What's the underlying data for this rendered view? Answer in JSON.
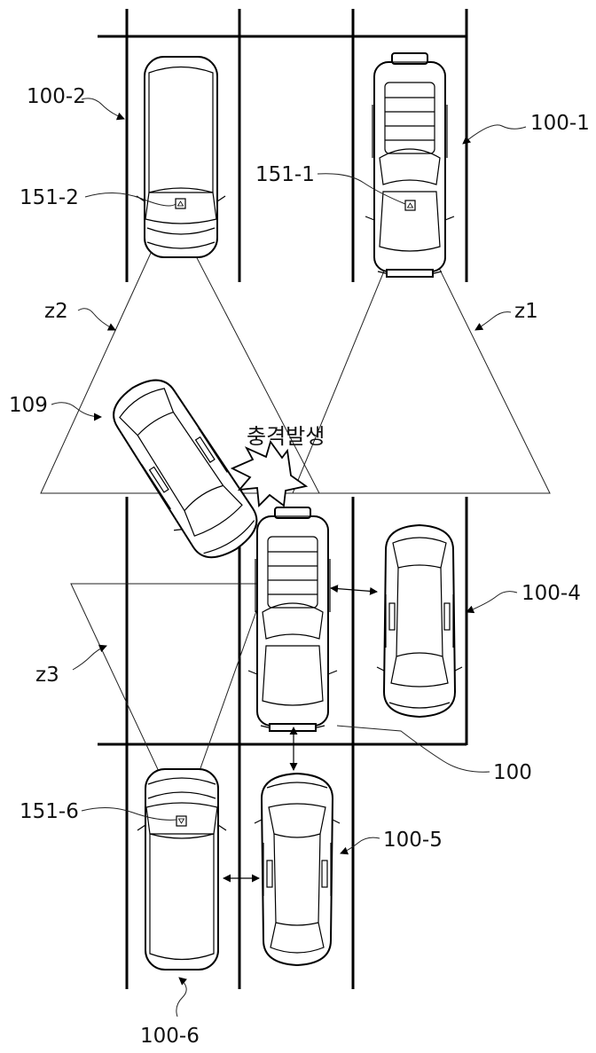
{
  "labels": {
    "v1": "100-1",
    "v2": "100-2",
    "v4": "100-4",
    "v5": "100-5",
    "v6": "100-6",
    "v0": "100",
    "c1": "151-1",
    "c2": "151-2",
    "c6": "151-6",
    "z1": "z1",
    "z2": "z2",
    "z3": "z3",
    "impact_car": "109",
    "impact_text": "충격발생"
  }
}
